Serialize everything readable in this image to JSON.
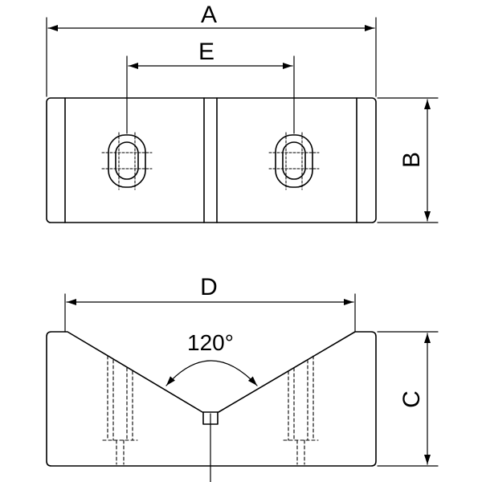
{
  "colors": {
    "background": "#ffffff",
    "stroke": "#000000"
  },
  "labels": {
    "dim_a": "A",
    "dim_b": "B",
    "dim_c": "C",
    "dim_d": "D",
    "dim_e": "E",
    "angle": "120°"
  }
}
